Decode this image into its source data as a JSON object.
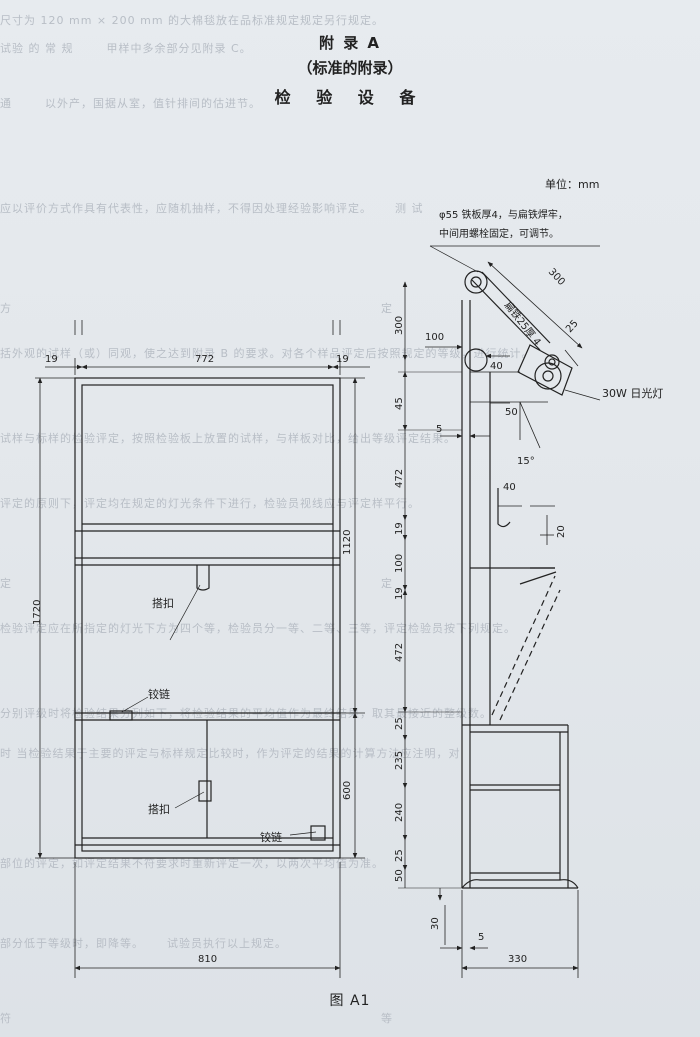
{
  "header": {
    "title": "附 录 A",
    "subtitle": "（标准的附录）",
    "heading": "检 验 设 备"
  },
  "drawing": {
    "unit": "单位：mm",
    "callout": {
      "line1": "φ55 铁板厚4，与扁铁焊牢，",
      "line2": "中间用螺栓固定，可调节。"
    },
    "labels": {
      "hasp": "搭扣",
      "hinge": "铰链",
      "arm": "扁铁25厚 4",
      "lamp": "30W 日光灯"
    },
    "front": {
      "frame_left": "19",
      "inner_width": "772",
      "frame_right": "19",
      "height": "1720",
      "upper_height": "1120",
      "lower_height": "600",
      "width": "810"
    },
    "side": {
      "arm_length": "300",
      "arm_width": "25",
      "arm_offset": "100",
      "pivot": "40",
      "bracket": "50",
      "angle": "15°",
      "gap": "5",
      "hook_width": "40",
      "hook_drop": "20",
      "top_offset": "300",
      "seg_45": "45",
      "seg_472": "472",
      "seg_19": "19",
      "seg_100": "100",
      "seg_25": "25",
      "seg_235": "235",
      "seg_240": "240",
      "seg_50": "50",
      "foot": "30",
      "foot_gap": "5",
      "depth": "330"
    }
  },
  "figure": {
    "caption": "图 A1"
  }
}
